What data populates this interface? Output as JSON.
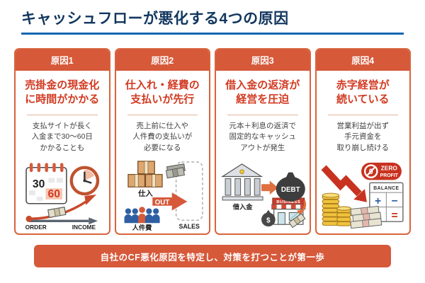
{
  "header": {
    "title": "キャッシュフローが悪化する4つの原因"
  },
  "footer": {
    "banner": "自社のCF悪化原因を特定し、対策を打つことが第一歩"
  },
  "colors": {
    "accent_orange": "#D6593A",
    "card_border": "#D8643E",
    "card_title_red": "#D23A22",
    "heading_navy": "#12365E",
    "underline_blue": "#1468B0",
    "body_gray": "#3F3F3F"
  },
  "cards": [
    {
      "badge": "原因1",
      "title_lines": [
        "売掛金の現金化",
        "に時間がかかる"
      ],
      "desc_lines": [
        "支払サイトが長く",
        "入金まで30〜60日",
        "かかることも"
      ],
      "illustration": {
        "name": "calendar-clock-order-to-income",
        "calendar_30": "30",
        "calendar_60": "60",
        "label_order": "ORDER",
        "label_income": "INCOME"
      }
    },
    {
      "badge": "原因2",
      "title_lines": [
        "仕入れ・経費の",
        "支払いが先行"
      ],
      "desc_lines": [
        "売上前に仕入や",
        "人件費の支払いが",
        "必要になる"
      ],
      "illustration": {
        "name": "purchases-and-labor-out-before-sales",
        "label_shiire": "仕入",
        "label_out": "OUT",
        "label_jinkenhi": "人件費",
        "label_sales": "SALES"
      }
    },
    {
      "badge": "原因3",
      "title_lines": [
        "借入金の返済が",
        "経営を圧迫"
      ],
      "desc_lines": [
        "元本＋利息の返済で",
        "固定的なキャッシュ",
        "アウトが発生"
      ],
      "illustration": {
        "name": "bank-loan-debt-pressing-business",
        "label_kariirekin": "借入金",
        "label_debt": "DEBT",
        "label_business": "BUSINESS",
        "label_dollar": "$"
      }
    },
    {
      "badge": "原因4",
      "title_lines": [
        "赤字経営が",
        "続いている"
      ],
      "desc_lines": [
        "営業利益が出ず",
        "手元資金を",
        "取り崩し続ける"
      ],
      "illustration": {
        "name": "deficit-zero-profit-balance",
        "label_zero": "0",
        "label_zero_word": "ZERO",
        "label_profit_word": "PROFIT",
        "label_balance": "BALANCE",
        "sym_plus": "+",
        "sym_minus_blue": "−",
        "sym_minus_red": "−",
        "sym_equals": "="
      }
    }
  ]
}
